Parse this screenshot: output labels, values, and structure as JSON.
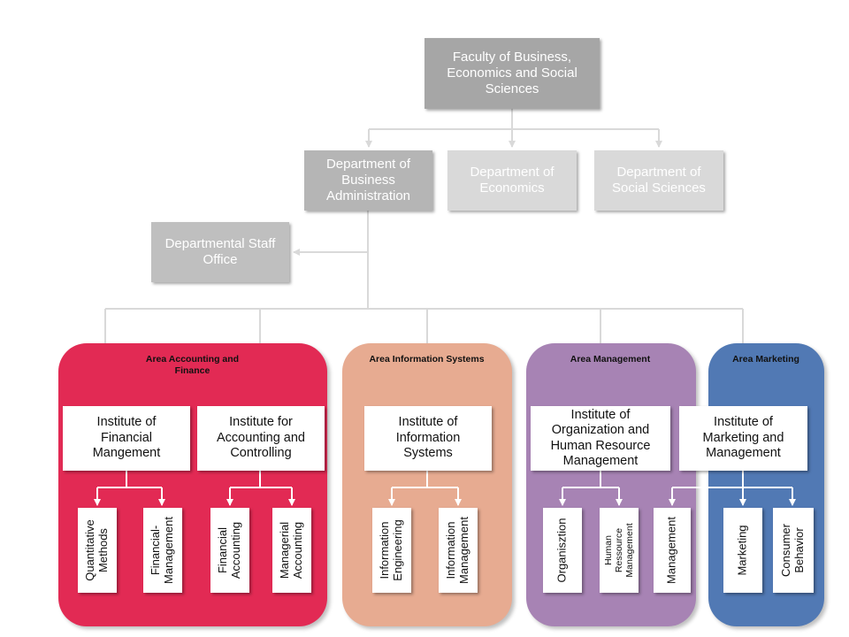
{
  "faculty": "Faculty of Business, Economics and Social Sciences",
  "departments": {
    "business": "Department of Business Administration",
    "economics": "Department of Economics",
    "social": "Department of Social Sciences"
  },
  "staff_office": "Departmental Staff Office",
  "areas": {
    "accounting": {
      "label": "Area Accounting and Finance",
      "color": "#e22a54"
    },
    "information": {
      "label": "Area Information Systems",
      "color": "#e7ab91"
    },
    "management": {
      "label": "Area Management",
      "color": "#a783b4"
    },
    "marketing": {
      "label": "Area Marketing",
      "color": "#5179b4"
    }
  },
  "institutes": {
    "financial_mgmt": "Institute of Financial Mangement",
    "accounting_controlling": "Institute for Accounting and Controlling",
    "information_systems": "Institute of Information Systems",
    "org_hr": "Institute of Organization and Human Resource Management",
    "marketing_mgmt": "Institute of Marketing and Management"
  },
  "chairs": {
    "quantitative_methods": "Quantitative\nMethods",
    "financial_management": "Financial-\nManagement",
    "financial_accounting": "Financial\nAccounting",
    "managerial_accounting": "Managerial\nAccounting",
    "information_engineering": "Information\nEngineering",
    "information_management": "Information\nManagement",
    "organisztion": "Organisztion",
    "hr_management": "Human\nRessource\nManagement",
    "management": "Management",
    "marketing": "Marketing",
    "consumer_behavior": "Consumer\nBehavior"
  },
  "colors": {
    "faculty_box": "#a6a6a6",
    "business_box": "#b5b5b5",
    "other_departments": "#d9d9d9",
    "staff_office_box": "#bfbfbf",
    "connector": "#d9d9d9"
  }
}
